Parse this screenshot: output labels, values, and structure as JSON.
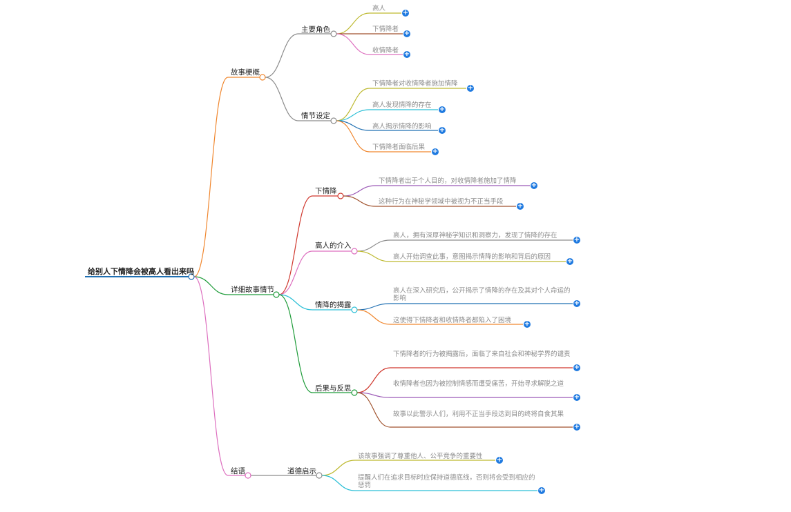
{
  "root": "给别人下情降会被高人看出来吗",
  "branches": [
    {
      "label": "故事梗概",
      "children": [
        {
          "label": "主要角色",
          "leaves": [
            "高人",
            "下情降者",
            "收情降者"
          ]
        },
        {
          "label": "情节设定",
          "leaves": [
            "下情降者对收情降者施加情降",
            "高人发现情降的存在",
            "高人揭示情降的影响",
            "下情降者面临后果"
          ]
        }
      ]
    },
    {
      "label": "详细故事情节",
      "children": [
        {
          "label": "下情降",
          "leaves": [
            "下情降者出于个人目的，对收情降者施加了情降",
            "这种行为在神秘学领域中被视为不正当手段"
          ]
        },
        {
          "label": "高人的介入",
          "leaves": [
            "高人，拥有深厚神秘学知识和洞察力，发现了情降的存在",
            "高人开始调查此事，意图揭示情降的影响和背后的原因"
          ]
        },
        {
          "label": "情降的揭露",
          "leaves": [
            "高人在深入研究后，公开揭示了情降的存在及其对个人命运的影响",
            "这使得下情降者和收情降者都陷入了困境"
          ]
        },
        {
          "label": "后果与反思",
          "leaves": [
            "下情降者的行为被揭露后，面临了来自社会和神秘学界的谴责",
            "收情降者也因为被控制情感而遭受痛苦，开始寻求解脱之道",
            "故事以此警示人们，利用不正当手段达到目的终将自食其果"
          ]
        }
      ]
    },
    {
      "label": "结语",
      "children": [
        {
          "label": "道德启示",
          "leaves": [
            "该故事强调了尊重他人、公平竞争的重要性",
            "提醒人们在追求目标时应保持道德底线，否则将会受到相应的惩罚"
          ]
        }
      ]
    }
  ],
  "colors": {
    "root_underline": "#1f6fb2",
    "branch": [
      "#f0862d",
      "#1f9c3a",
      "#dd6fbf"
    ],
    "sub": [
      "#8c8c8c",
      "#8c8c8c",
      "#d0382e",
      "#dd6fbf",
      "#2bbfd6",
      "#1f9c3a",
      "#8c8c8c"
    ],
    "leaf": [
      "#bdb92f",
      "#a0522d",
      "#dd6fbf",
      "#bdb92f",
      "#2bbfd6",
      "#1f6fb2",
      "#f0862d",
      "#9b59b6",
      "#a0522d",
      "#8c8c8c",
      "#bdb92f",
      "#1f6fb2",
      "#f0862d",
      "#d0382e",
      "#9b59b6",
      "#a0522d",
      "#bdb92f",
      "#2bbfd6"
    ],
    "expand_button": "#1f7ae0"
  },
  "icons": {
    "expand": "plus-circle-icon"
  }
}
